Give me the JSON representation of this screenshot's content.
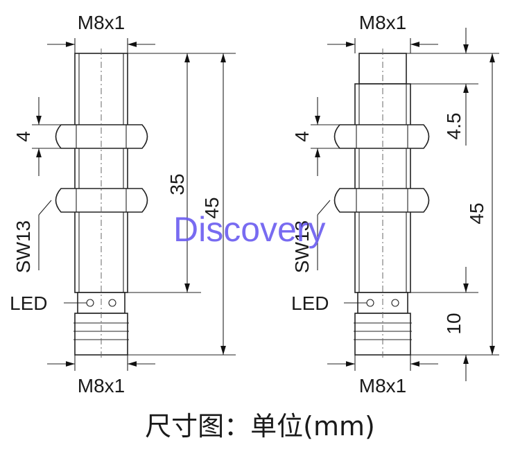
{
  "left_sensor": {
    "thread_top": "M8x1",
    "thread_bottom": "M8x1",
    "nut_height": "4",
    "wrench_size": "SW13",
    "dim_short": "35",
    "dim_total": "45",
    "led_label": "LED"
  },
  "right_sensor": {
    "thread_top": "M8x1",
    "thread_bottom": "M8x1",
    "nut_height": "4",
    "wrench_size": "SW13",
    "dim_head": "4.5",
    "dim_total": "45",
    "dim_led": "10",
    "led_label": "LED"
  },
  "caption": "尺寸图：单位(mm)",
  "watermark": "Discovery"
}
